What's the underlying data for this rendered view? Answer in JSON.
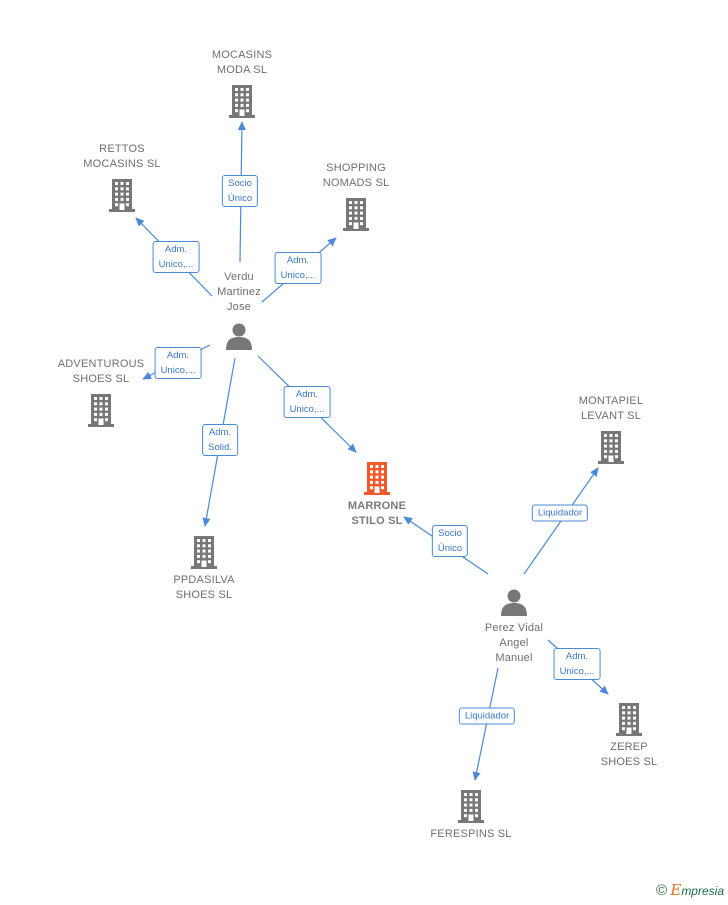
{
  "nodes": [
    {
      "id": "mocasins",
      "label": "MOCASINS\nMODA  SL",
      "type": "company"
    },
    {
      "id": "rettos",
      "label": "RETTOS\nMOCASINS  SL",
      "type": "company"
    },
    {
      "id": "shopping",
      "label": "SHOPPING\nNOMADS  SL",
      "type": "company"
    },
    {
      "id": "verdu",
      "label": "Verdu\nMartinez\nJose",
      "type": "person"
    },
    {
      "id": "adventurous",
      "label": "ADVENTUROUS\nSHOES SL",
      "type": "company"
    },
    {
      "id": "marrone",
      "label": "MARRONE\nSTILO  SL",
      "type": "company",
      "focus": true
    },
    {
      "id": "montapiel",
      "label": "MONTAPIEL\nLEVANT SL",
      "type": "company"
    },
    {
      "id": "ppdasilva",
      "label": "PPDASILVA\nSHOES SL",
      "type": "company"
    },
    {
      "id": "perez",
      "label": "Perez Vidal\nAngel\nManuel",
      "type": "person"
    },
    {
      "id": "zerep",
      "label": "ZEREP\nSHOES  SL",
      "type": "company"
    },
    {
      "id": "ferespins",
      "label": "FERESPINS SL",
      "type": "company"
    }
  ],
  "edges": [
    {
      "id": "e1",
      "from": "verdu",
      "to": "mocasins",
      "label": "Socio\nÚnico"
    },
    {
      "id": "e2",
      "from": "verdu",
      "to": "rettos",
      "label": "Adm.\nUnico,..."
    },
    {
      "id": "e3",
      "from": "verdu",
      "to": "shopping",
      "label": "Adm.\nUnico,..."
    },
    {
      "id": "e4",
      "from": "verdu",
      "to": "adventurous",
      "label": "Adm.\nUnico,..."
    },
    {
      "id": "e5",
      "from": "verdu",
      "to": "marrone",
      "label": "Adm.\nUnico,..."
    },
    {
      "id": "e6",
      "from": "verdu",
      "to": "ppdasilva",
      "label": "Adm.\nSolid."
    },
    {
      "id": "e7",
      "from": "perez",
      "to": "marrone",
      "label": "Socio\nÚnico"
    },
    {
      "id": "e8",
      "from": "perez",
      "to": "montapiel",
      "label": "Liquidador"
    },
    {
      "id": "e9",
      "from": "perez",
      "to": "zerep",
      "label": "Adm.\nUnico,..."
    },
    {
      "id": "e10",
      "from": "perez",
      "to": "ferespins",
      "label": "Liquidador"
    }
  ],
  "colors": {
    "company": "#777777",
    "focus": "#f05a2a",
    "person": "#777777",
    "edge": "#4a8ad8",
    "edge_text": "#3a78c9"
  },
  "brand": {
    "copyright": "©",
    "initial": "E",
    "rest": "mpresia"
  }
}
